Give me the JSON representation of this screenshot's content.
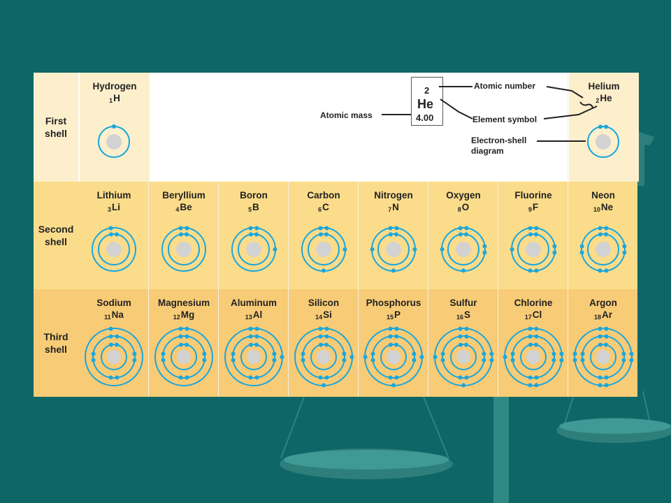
{
  "rows": [
    {
      "label_line1": "First",
      "label_line2": "shell",
      "elements": [
        {
          "col": 0,
          "name": "Hydrogen",
          "z": "1",
          "sym": "H",
          "shells": [
            1
          ]
        },
        {
          "col": 7,
          "name": "Helium",
          "z": "2",
          "sym": "He",
          "shells": [
            2
          ]
        }
      ]
    },
    {
      "label_line1": "Second",
      "label_line2": "shell",
      "elements": [
        {
          "col": 0,
          "name": "Lithium",
          "z": "3",
          "sym": "Li",
          "shells": [
            2,
            1
          ]
        },
        {
          "col": 1,
          "name": "Beryllium",
          "z": "4",
          "sym": "Be",
          "shells": [
            2,
            2
          ]
        },
        {
          "col": 2,
          "name": "Boron",
          "z": "5",
          "sym": "B",
          "shells": [
            2,
            3
          ]
        },
        {
          "col": 3,
          "name": "Carbon",
          "z": "6",
          "sym": "C",
          "shells": [
            2,
            4
          ]
        },
        {
          "col": 4,
          "name": "Nitrogen",
          "z": "7",
          "sym": "N",
          "shells": [
            2,
            5
          ]
        },
        {
          "col": 5,
          "name": "Oxygen",
          "z": "8",
          "sym": "O",
          "shells": [
            2,
            6
          ]
        },
        {
          "col": 6,
          "name": "Fluorine",
          "z": "9",
          "sym": "F",
          "shells": [
            2,
            7
          ]
        },
        {
          "col": 7,
          "name": "Neon",
          "z": "10",
          "sym": "Ne",
          "shells": [
            2,
            8
          ]
        }
      ]
    },
    {
      "label_line1": "Third",
      "label_line2": "shell",
      "elements": [
        {
          "col": 0,
          "name": "Sodium",
          "z": "11",
          "sym": "Na",
          "shells": [
            2,
            8,
            1
          ]
        },
        {
          "col": 1,
          "name": "Magnesium",
          "z": "12",
          "sym": "Mg",
          "shells": [
            2,
            8,
            2
          ]
        },
        {
          "col": 2,
          "name": "Aluminum",
          "z": "13",
          "sym": "Al",
          "shells": [
            2,
            8,
            3
          ]
        },
        {
          "col": 3,
          "name": "Silicon",
          "z": "14",
          "sym": "Si",
          "shells": [
            2,
            8,
            4
          ]
        },
        {
          "col": 4,
          "name": "Phosphorus",
          "z": "15",
          "sym": "P",
          "shells": [
            2,
            8,
            5
          ]
        },
        {
          "col": 5,
          "name": "Sulfur",
          "z": "16",
          "sym": "S",
          "shells": [
            2,
            8,
            6
          ]
        },
        {
          "col": 6,
          "name": "Chlorine",
          "z": "17",
          "sym": "Cl",
          "shells": [
            2,
            8,
            7
          ]
        },
        {
          "col": 7,
          "name": "Argon",
          "z": "18",
          "sym": "Ar",
          "shells": [
            2,
            8,
            8
          ]
        }
      ]
    }
  ],
  "key": {
    "number": "2",
    "symbol": "He",
    "mass": "4.00",
    "atomic_number_label": "Atomic number",
    "atomic_mass_label": "Atomic mass",
    "element_symbol_label": "Element symbol",
    "electron_shell_label_line1": "Electron-shell",
    "electron_shell_label_line2": "diagram"
  },
  "colors": {
    "background": "#0e6666",
    "row1": "#fdefcc",
    "row2": "#fbdc8a",
    "row3": "#f8cb76",
    "orbit": "#1aa7dc",
    "nucleus": "#d2d2d2",
    "text": "#222222"
  }
}
